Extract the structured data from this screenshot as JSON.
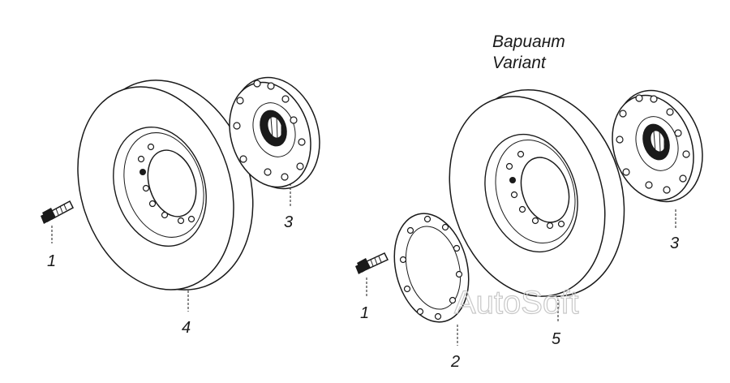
{
  "caption": {
    "ru": "Вариант",
    "en": "Variant"
  },
  "labels": {
    "bolt_left": "1",
    "flange_left": "3",
    "damper_left": "4",
    "bolt_right": "1",
    "washer_right": "2",
    "flange_right": "3",
    "damper_right": "5"
  },
  "watermark": "AutoSoft"
}
